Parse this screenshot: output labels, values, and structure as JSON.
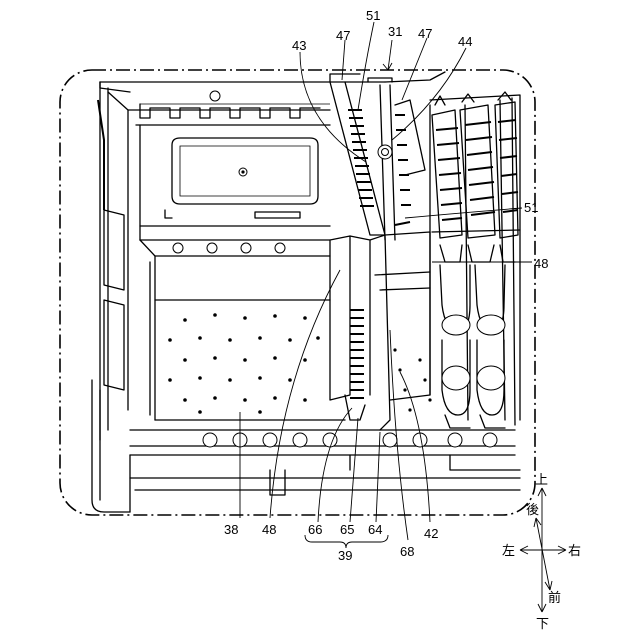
{
  "labels": {
    "n51_top": "51",
    "n31": "31",
    "n43": "43",
    "n47_left": "47",
    "n47_right": "47",
    "n44": "44",
    "n51_right": "51",
    "n48_right": "48",
    "n38": "38",
    "n48_bottom": "48",
    "n66": "66",
    "n65": "65",
    "n64": "64",
    "n39": "39",
    "n68": "68",
    "n42": "42"
  },
  "directions": {
    "up": "上",
    "back": "後",
    "left": "左",
    "right": "右",
    "front": "前",
    "down": "下"
  }
}
